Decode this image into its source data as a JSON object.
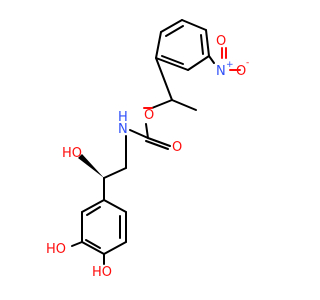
{
  "molecule": {
    "colors": {
      "oxygen": "#ff0d0d",
      "nitrogen": "#3050f8",
      "carbon": "#000000"
    },
    "labels": {
      "ester_o": "O",
      "carbonyl_o": "O",
      "carbamate_nh": "N",
      "carbamate_h": "H",
      "hydroxyl_side": "HO",
      "nitro_n": "N",
      "nitro_plus": "+",
      "nitro_o_top": "O",
      "nitro_o_minus": "-",
      "nitro_o_right": "O",
      "phenol_3": "HO",
      "phenol_4": "HO"
    }
  }
}
